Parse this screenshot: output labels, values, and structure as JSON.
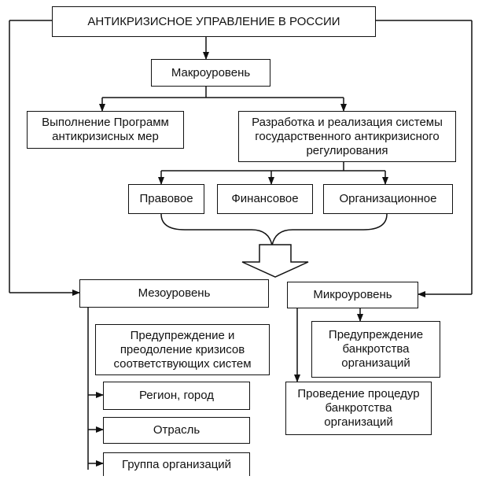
{
  "title": "АНТИКРИЗИСНОЕ УПРАВЛЕНИЕ В РОССИИ",
  "macro": {
    "label": "Макроуровень",
    "program": "Выполнение Программ антикризисных мер",
    "system": "Разработка и реализация системы государственного антикризисного регулирования",
    "types": [
      "Правовое",
      "Финансовое",
      "Организационное"
    ]
  },
  "meso": {
    "label": "Мезоуровень",
    "prevention": "Предупреждение и преодоление кризисов соответствующих систем",
    "items": [
      "Регион, город",
      "Отрасль",
      "Группа организаций"
    ]
  },
  "micro": {
    "label": "Микроуровень",
    "prevention": "Предупреждение банкротства организаций",
    "procedures": "Проведение процедур банкротства организаций"
  },
  "colors": {
    "line": "#111111",
    "background": "#ffffff"
  }
}
